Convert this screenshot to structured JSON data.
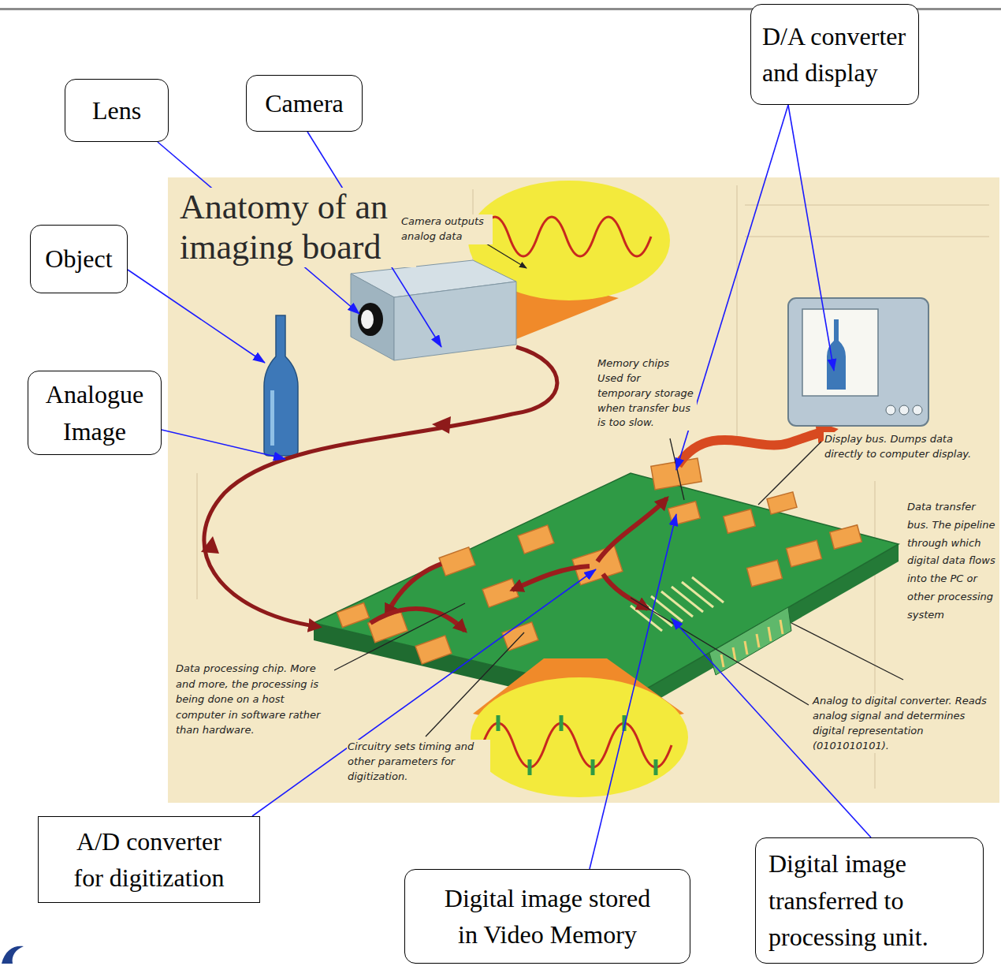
{
  "diagram": {
    "title": "Anatomy of an imaging board",
    "nodes": [
      {
        "text": [
          "Lens"
        ]
      },
      {
        "text": [
          "Camera"
        ]
      },
      {
        "text": [
          "D/A converter and display"
        ]
      },
      {
        "text": [
          "Object"
        ]
      },
      {
        "text": [
          "Analogue Image"
        ]
      },
      {
        "text": [
          "A/D converter for digitization"
        ]
      },
      {
        "text": [
          "Digital image stored in Video Memory"
        ]
      },
      {
        "text": [
          "Digital image transferred to processing unit."
        ]
      }
    ],
    "labels": [
      "Camera outputs analog data",
      "Memory chips Used for temporary storage when transfer bus is too slow.",
      "Display bus. Dumps data directly to computer display.",
      "Data transfer bus. The pipeline through which digital data flows into the PC or other processing system",
      "Data processing chip. More and more, the processing is being done on a host computer in software rather than hardware.",
      "Circuitry sets timing and other parameters for digitization.",
      "Analog to digital converter. Reads analog signal and determines digital representation (0101010101)."
    ]
  }
}
